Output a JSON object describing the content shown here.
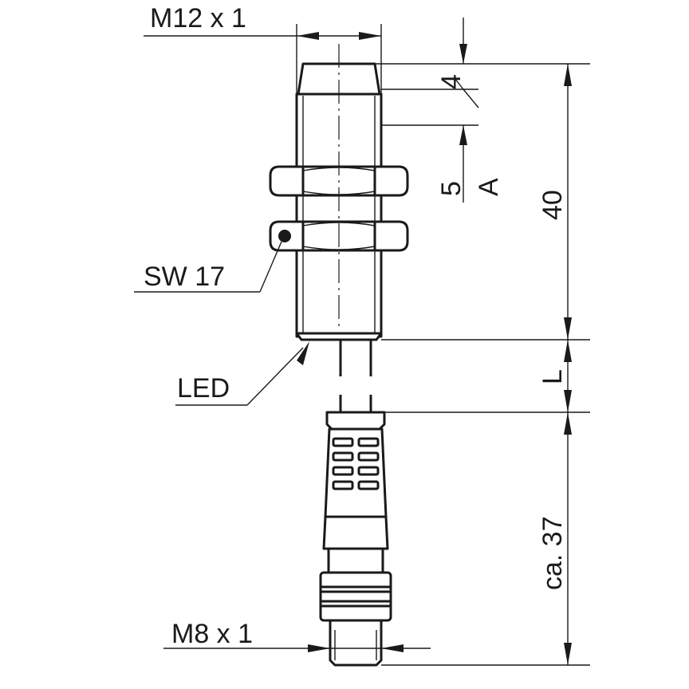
{
  "labels": {
    "thread_top": "M12 x 1",
    "thread_bottom": "M8 x 1",
    "wrench": "SW 17",
    "led": "LED",
    "dim_4": "4",
    "dim_5": "5",
    "dim_A": "A",
    "dim_40": "40",
    "dim_L": "L",
    "dim_37": "ca.  37"
  }
}
